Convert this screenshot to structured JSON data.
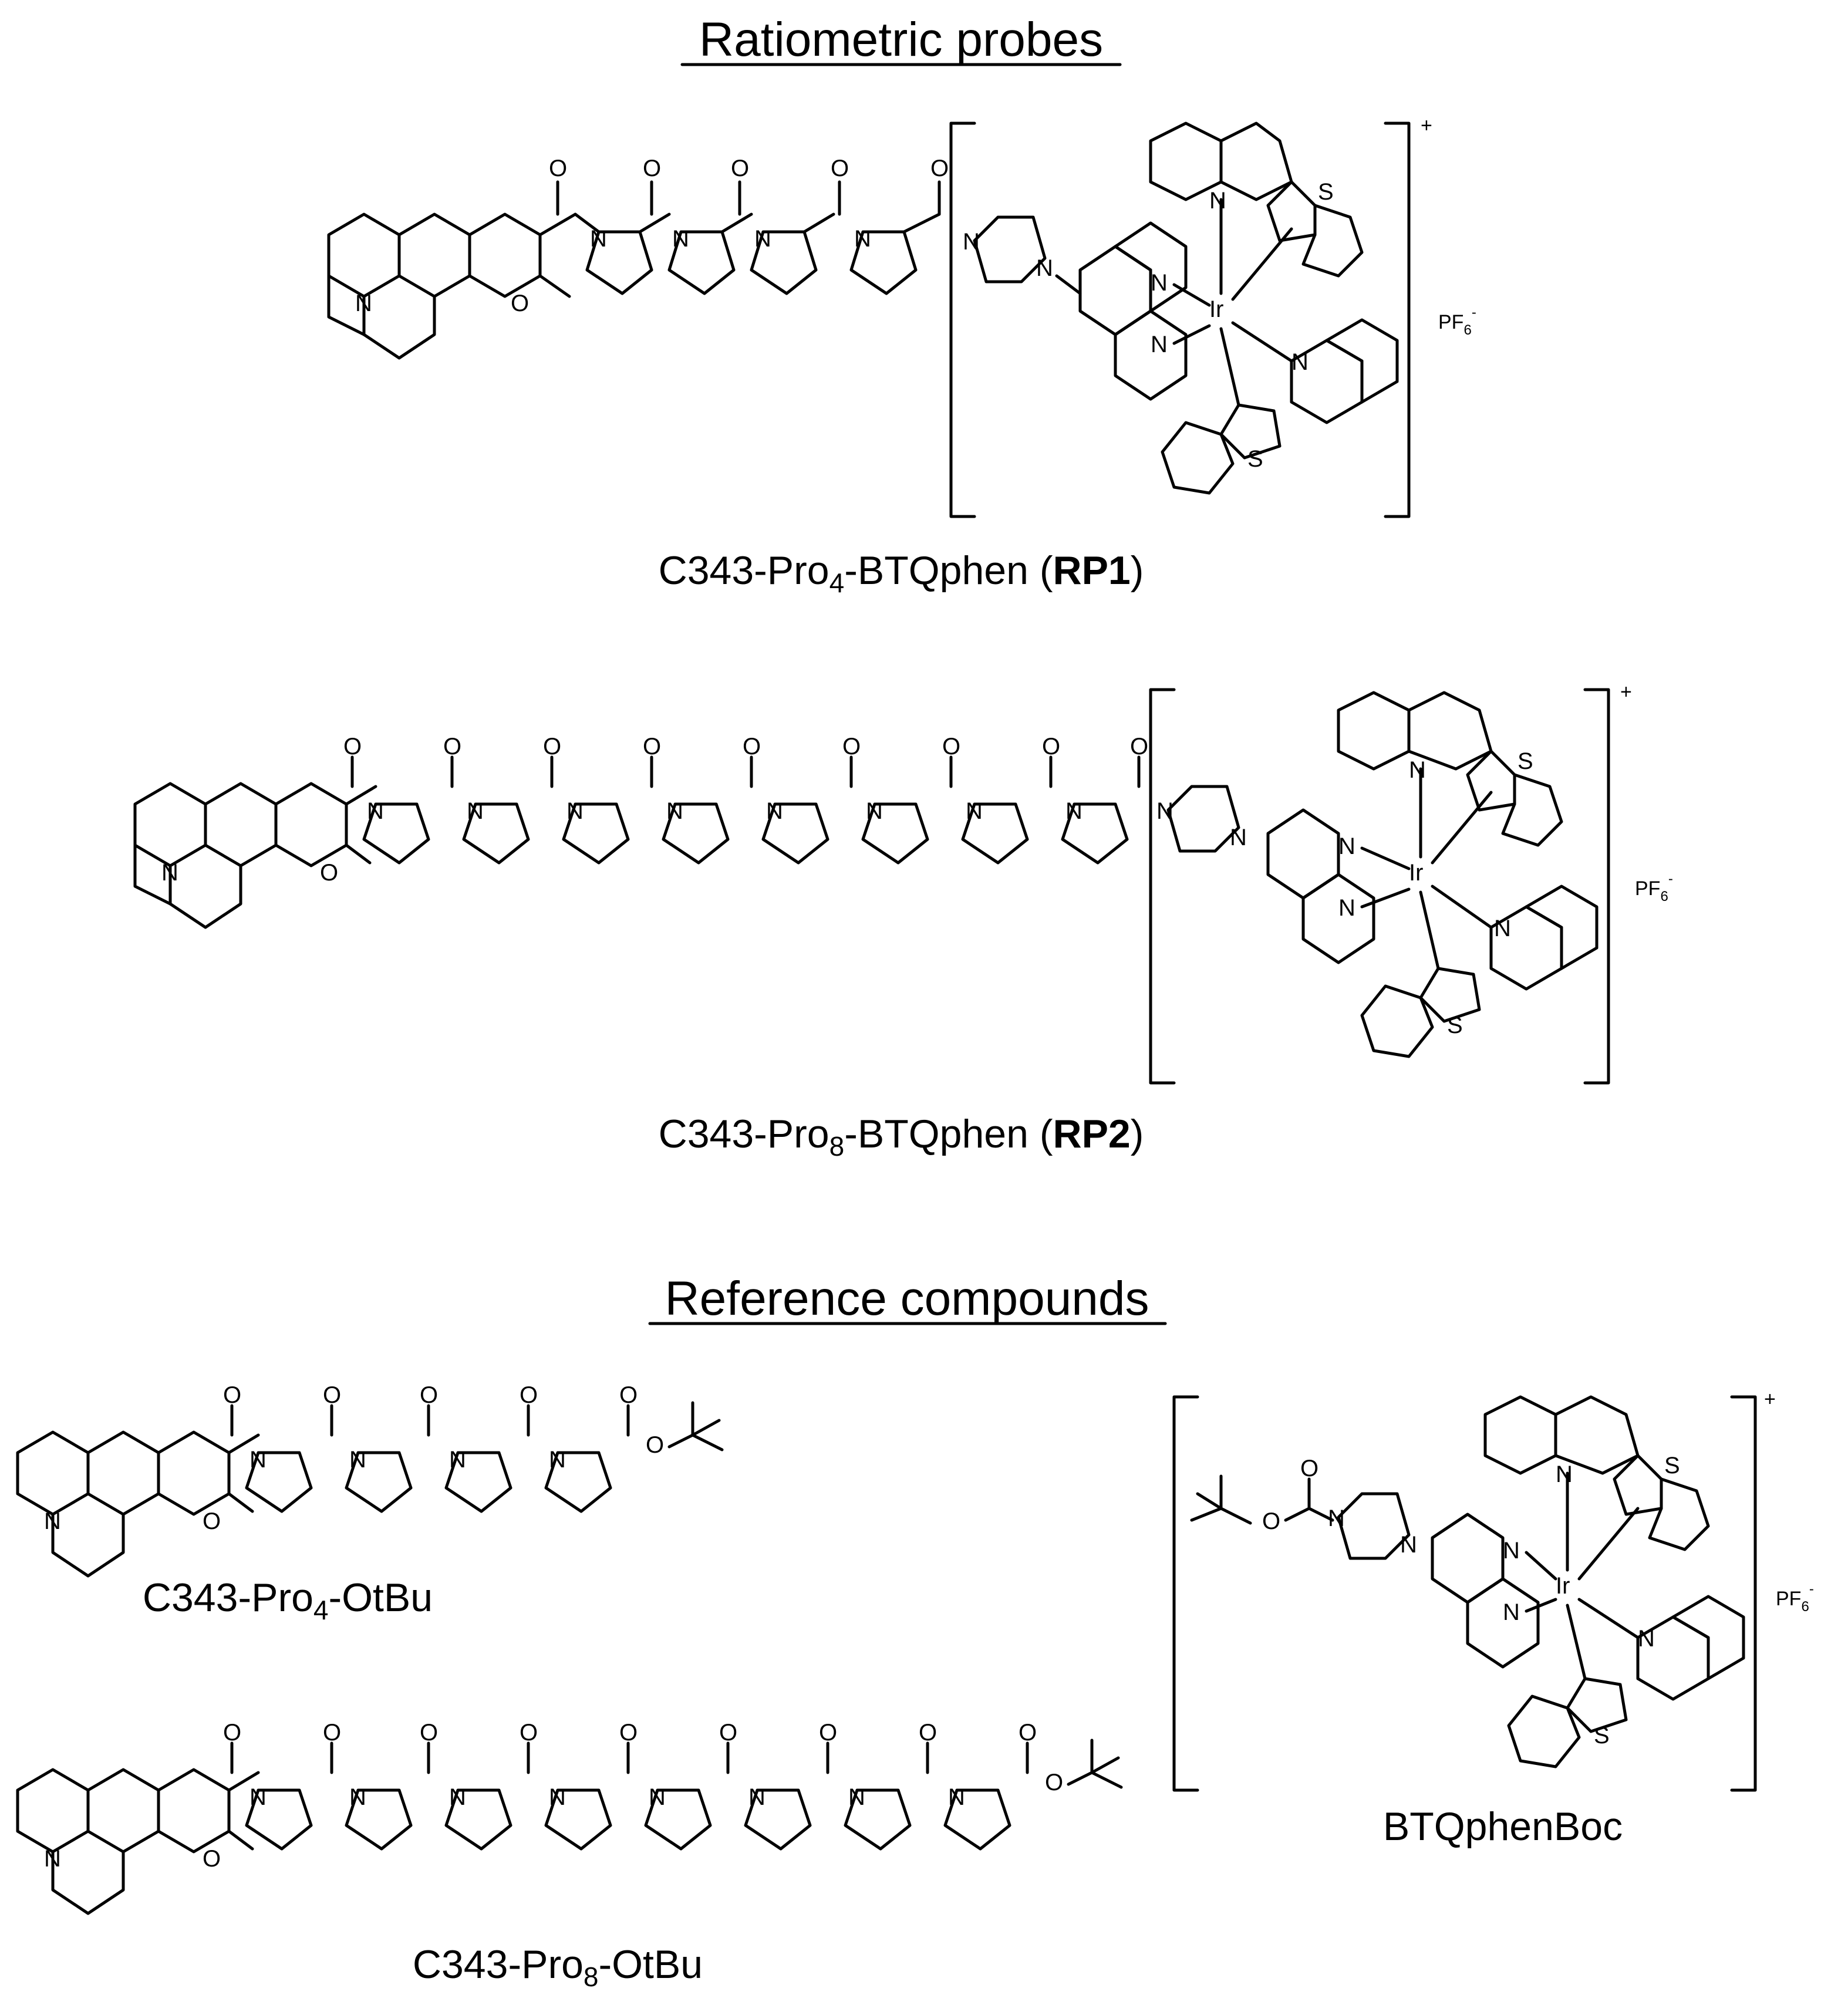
{
  "headings": {
    "ratiometric": "Ratiometric probes",
    "reference": "Reference compounds"
  },
  "labels": {
    "rp1": {
      "pre": "C343-Pro",
      "sub": "4",
      "mid": "-BTQphen (",
      "bold": "RP1",
      "post": ")"
    },
    "rp2": {
      "pre": "C343-Pro",
      "sub": "8",
      "mid": "-BTQphen (",
      "bold": "RP2",
      "post": ")"
    },
    "pro4_otbu": {
      "pre": "C343-Pro",
      "sub": "4",
      "post": "-OtBu"
    },
    "pro8_otbu": {
      "pre": "C343-Pro",
      "sub": "8",
      "post": "-OtBu"
    },
    "btqphenboc": "BTQphenBoc"
  },
  "counterion": {
    "main": "PF",
    "sub": "6",
    "sup": "-"
  },
  "charge": "+",
  "atom_symbols": {
    "N": "N",
    "O": "O",
    "S": "S",
    "Ir": "Ir"
  }
}
